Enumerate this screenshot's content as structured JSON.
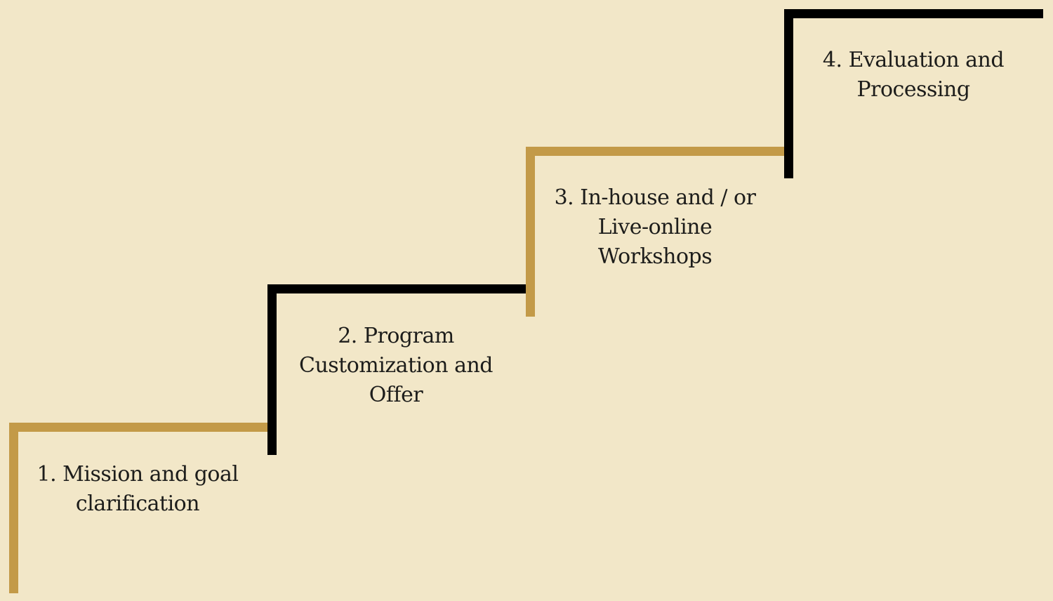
{
  "diagram": {
    "type": "staircase-process",
    "colors": {
      "background": "#F2E7C8",
      "gold": "#C39A48",
      "black": "#000000",
      "text": "#1D1D1B"
    },
    "steps": [
      {
        "number": 1,
        "color_key": "gold",
        "lines": [
          "1. Mission and goal",
          "clarification"
        ]
      },
      {
        "number": 2,
        "color_key": "black",
        "lines": [
          "2. Program",
          "Customization and",
          "Offer"
        ]
      },
      {
        "number": 3,
        "color_key": "gold",
        "lines": [
          "3. In-house and / or",
          "Live-online",
          "Workshops"
        ]
      },
      {
        "number": 4,
        "color_key": "black",
        "lines": [
          "4. Evaluation and",
          "Processing"
        ]
      }
    ]
  }
}
